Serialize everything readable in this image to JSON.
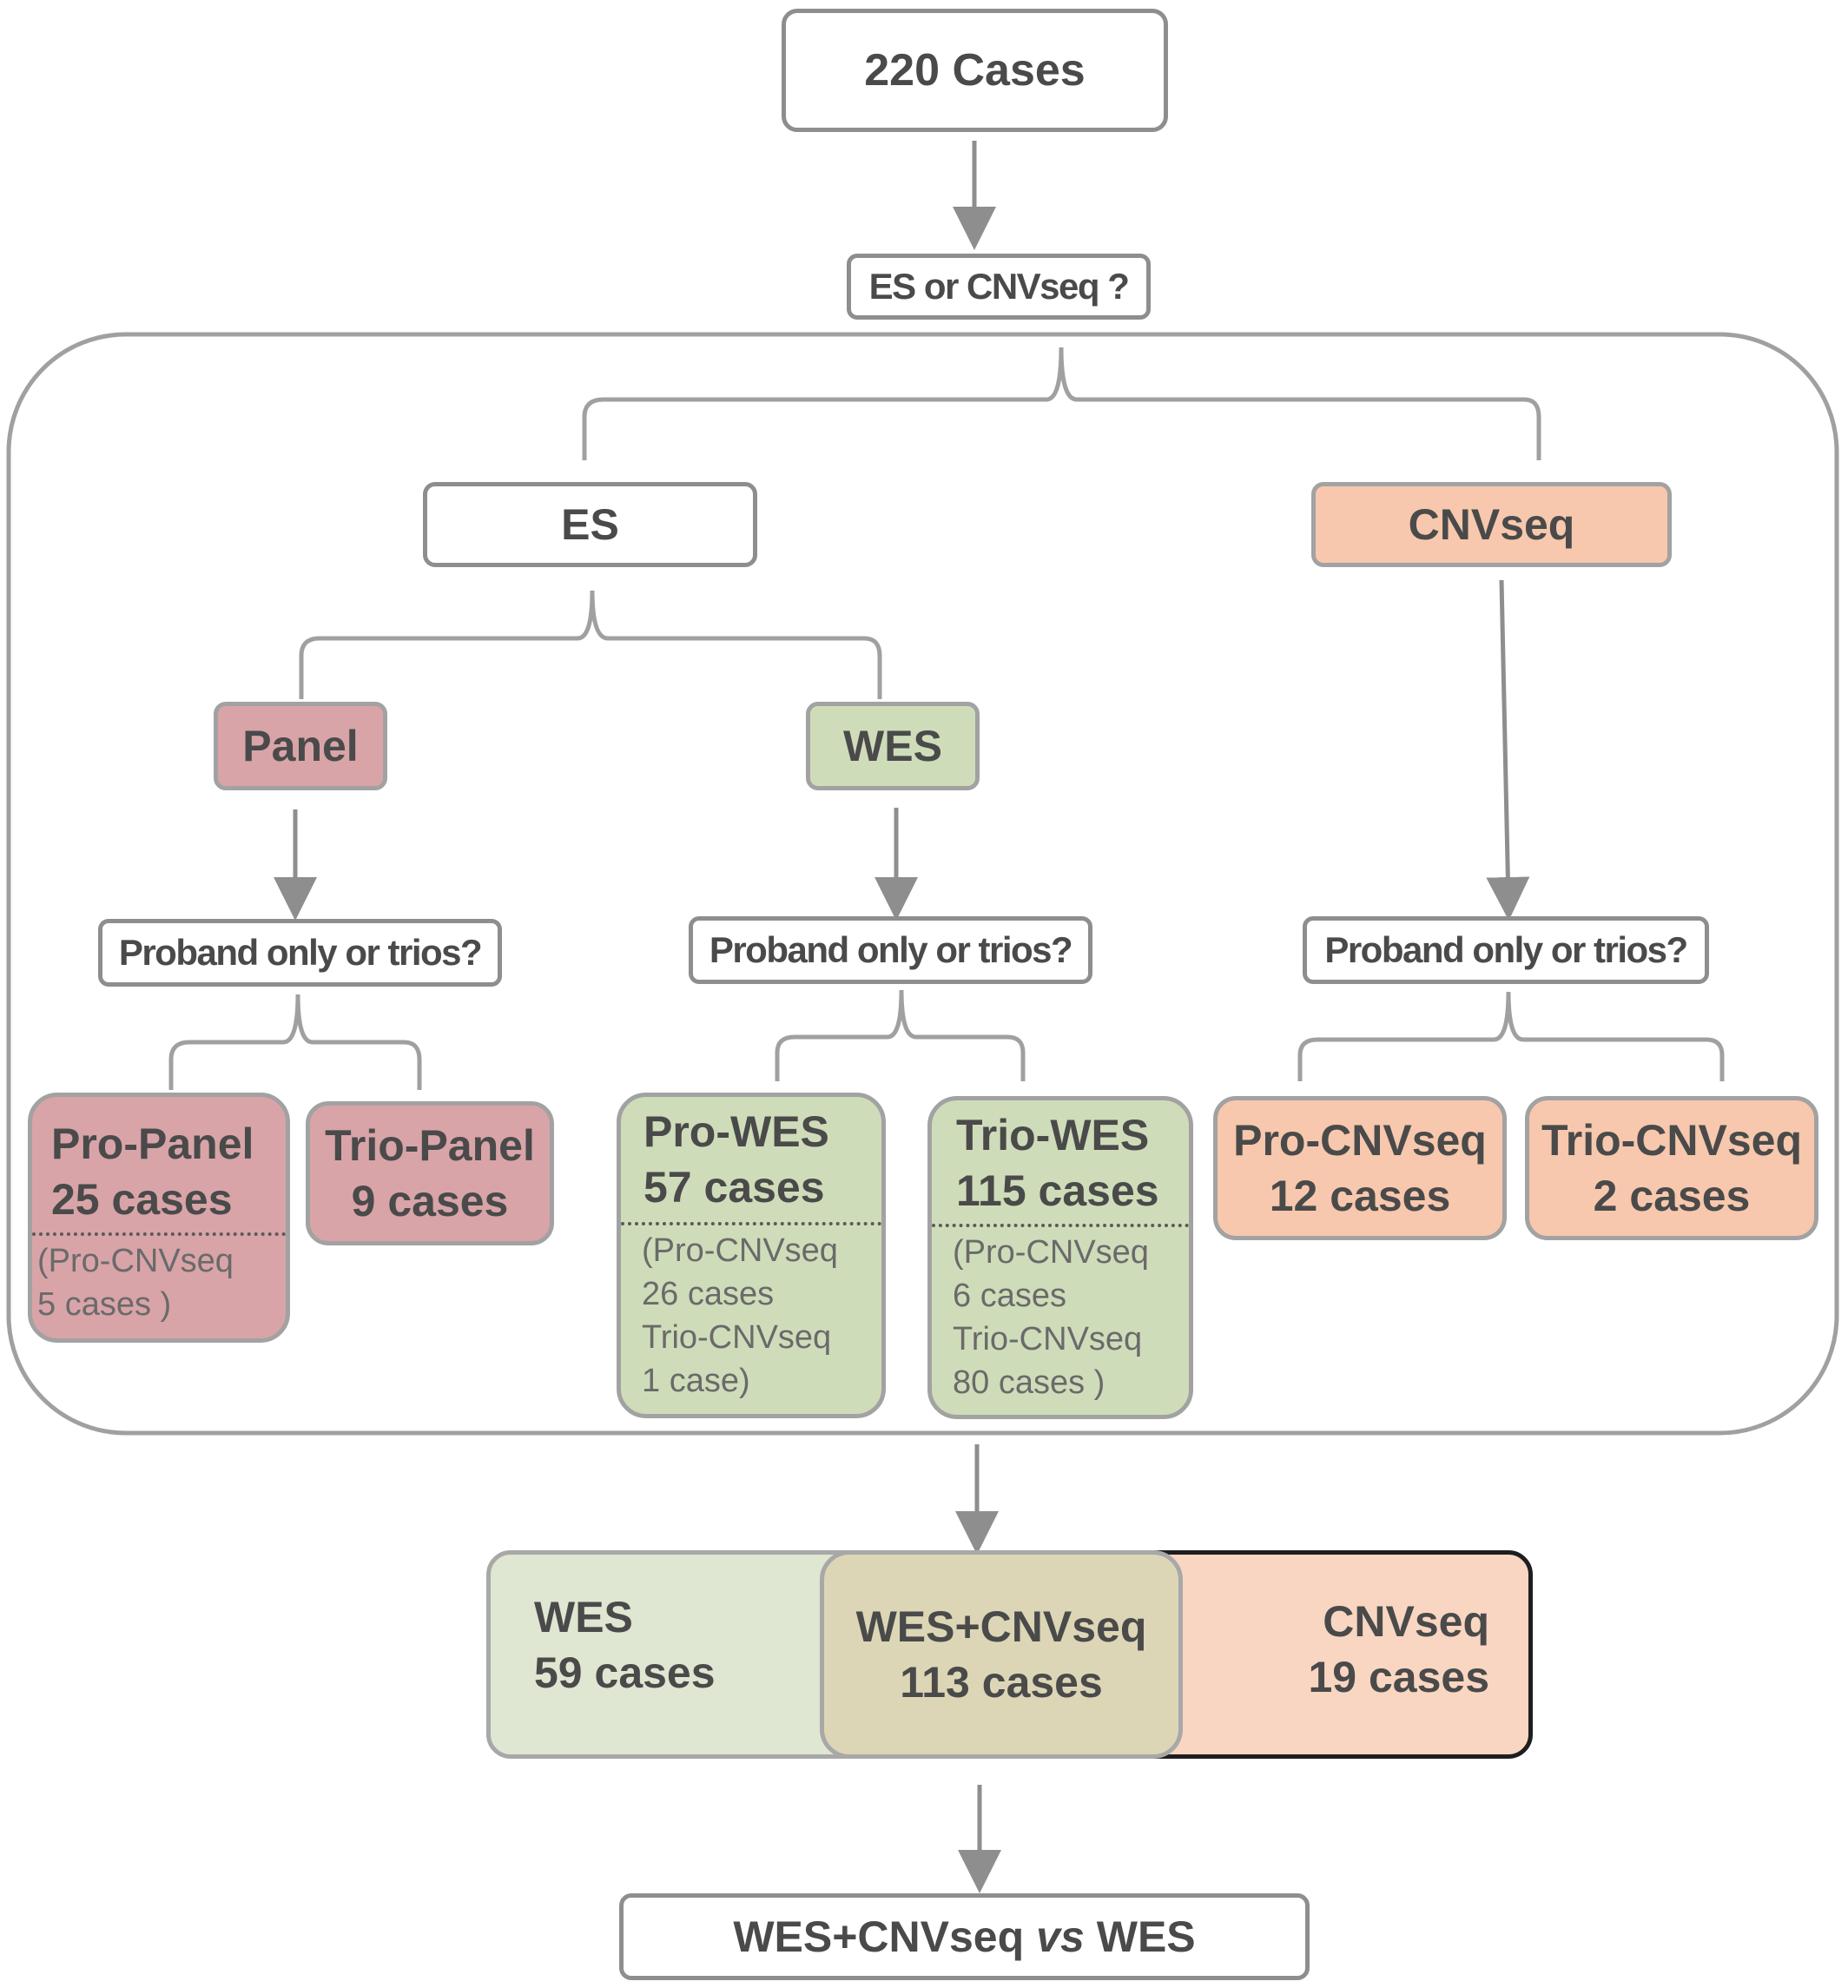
{
  "top": {
    "label": "220 Cases"
  },
  "question_top": {
    "label": "ES or CNVseq ?"
  },
  "es": {
    "label": "ES"
  },
  "cnvseq": {
    "label": "CNVseq"
  },
  "panel": {
    "label": "Panel"
  },
  "wes": {
    "label": "WES"
  },
  "q_panel": {
    "label": "Proband only or trios?"
  },
  "q_wes": {
    "label": "Proband only or trios?"
  },
  "q_cnv": {
    "label": "Proband only or trios?"
  },
  "pro_panel": {
    "title": "Pro-Panel",
    "count": "25 cases",
    "sub1": "(Pro-CNVseq",
    "sub2": "5 cases )"
  },
  "trio_panel": {
    "title": "Trio-Panel",
    "count": "9 cases"
  },
  "pro_wes": {
    "title": "Pro-WES",
    "count": "57 cases",
    "sub1": "(Pro-CNVseq",
    "sub2": "26 cases",
    "sub3": "Trio-CNVseq",
    "sub4": "1 case)"
  },
  "trio_wes": {
    "title": "Trio-WES",
    "count": "115 cases",
    "sub1": "(Pro-CNVseq",
    "sub2": "6 cases",
    "sub3": "Trio-CNVseq",
    "sub4": "80 cases )"
  },
  "pro_cnv": {
    "title": "Pro-CNVseq",
    "count": "12 cases"
  },
  "trio_cnv": {
    "title": "Trio-CNVseq",
    "count": "2 cases"
  },
  "summary": {
    "wes_title": "WES",
    "wes_count": "59 cases",
    "both_title": "WES+CNVseq",
    "both_count": "113 cases",
    "cnv_title": "CNVseq",
    "cnv_count": "19 cases"
  },
  "final": {
    "left": "WES+CNVseq",
    "mid": "vs",
    "right": "WES"
  },
  "colors": {
    "pink": "#d8a4a8",
    "green": "#cfdcb9",
    "peach": "#f7c8ad",
    "light_green": "#dfe6d1",
    "mix": "#dcd6b6",
    "light_peach": "#f9d6c2"
  }
}
